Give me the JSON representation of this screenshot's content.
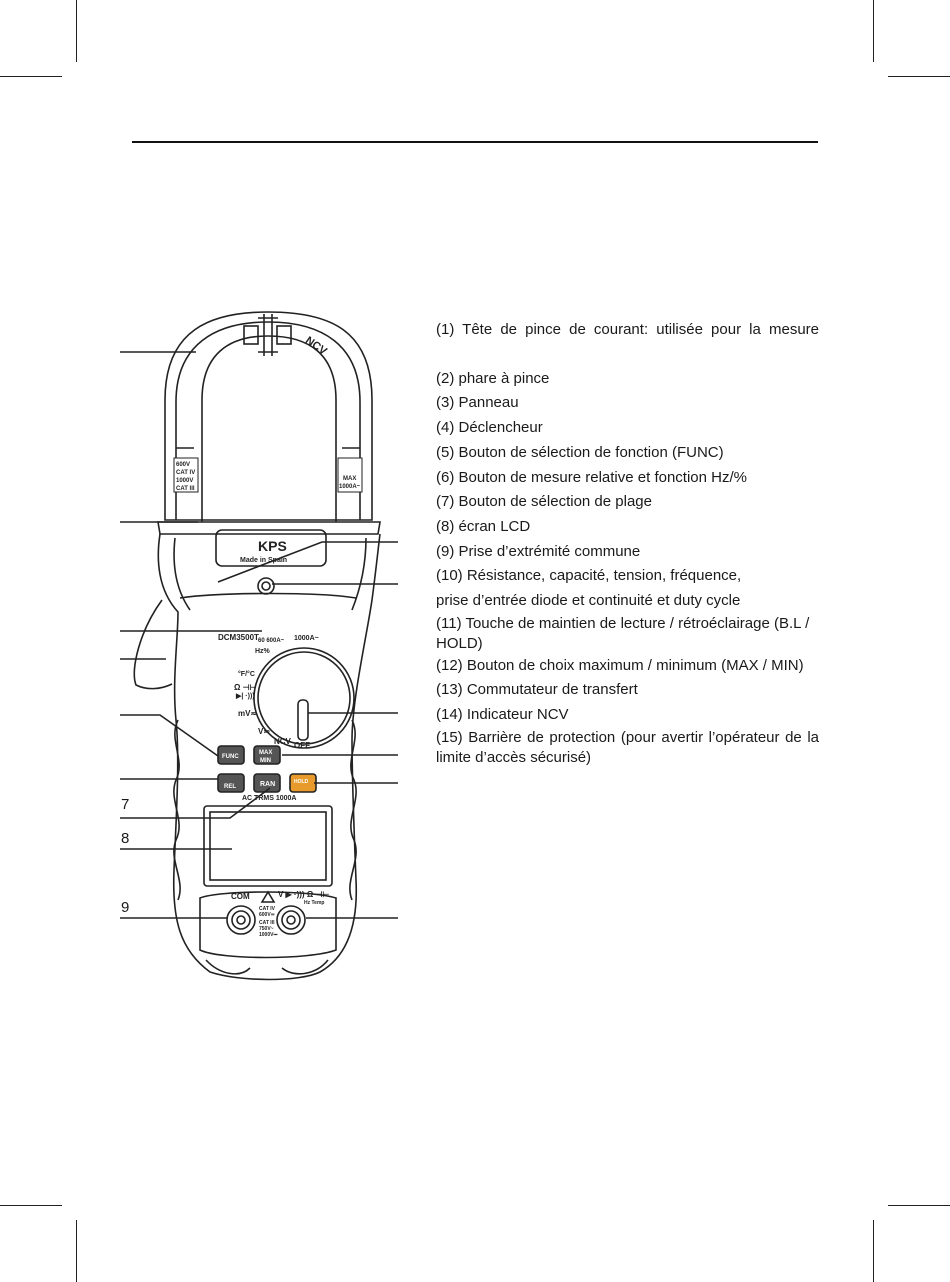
{
  "legend": {
    "items": [
      "(1) Tête de pince de courant: utilisée pour la mesure",
      "(2) phare à pince",
      "(3) Panneau",
      "(4) Déclencheur",
      "(5) Bouton de sélection de fonction (FUNC)",
      "(6) Bouton de mesure relative et fonction Hz/%",
      "(7) Bouton de sélection de plage",
      "(8) écran LCD",
      "(9) Prise d’extrémité commune",
      "(10) Résistance, capacité, tension, fréquence,",
      "prise d’entrée diode et continuité et duty cycle",
      "(11) Touche de maintien de lecture / rétroéclairage (B.L / HOLD)",
      "(12) Bouton de choix maximum / minimum (MAX / MIN)",
      "(13) Commutateur de transfert",
      "(14) Indicateur NCV",
      "(15) Barrière de protection (pour avertir l’opérateur de la limite d’accès sécurisé)"
    ]
  },
  "side_numbers": [
    "7",
    "8",
    "9"
  ],
  "device": {
    "brand": "KPS",
    "made_in": "Made in Spain",
    "model": "DCM3500T",
    "ncv_label": "NCV",
    "clamp_left_label": [
      "600V",
      "CAT IV",
      "1000V",
      "CAT III"
    ],
    "clamp_right_label": [
      "MAX",
      "1000A~"
    ],
    "dial_labels": {
      "amp_range": "1000A~",
      "amp_sub": "60 600A~",
      "hz": "Hz%",
      "temp": "°F/°C",
      "ohm_cap": "Ω ⊣⊢",
      "diode": "▶|  ·)))",
      "mv": "mV≂",
      "v": "V≂",
      "ncv": "NCV",
      "off": "OFF"
    },
    "buttons": {
      "func": "FUNC",
      "max_min": [
        "MAX",
        "MIN"
      ],
      "rel": "REL",
      "ran": "RAN",
      "hold": "HOLD"
    },
    "trms": "AC TRMS 1000A",
    "jack_com": "COM",
    "jack_v": "V ▶ ·))) Ω ⊣⊢",
    "jack_v_sub": "Hz Temp",
    "cat_text": [
      "CAT IV",
      "600V≂",
      "CAT III",
      "750V~",
      "1000V⎓"
    ]
  },
  "colors": {
    "hold_button": "#e89a2a",
    "outline": "#222222"
  }
}
